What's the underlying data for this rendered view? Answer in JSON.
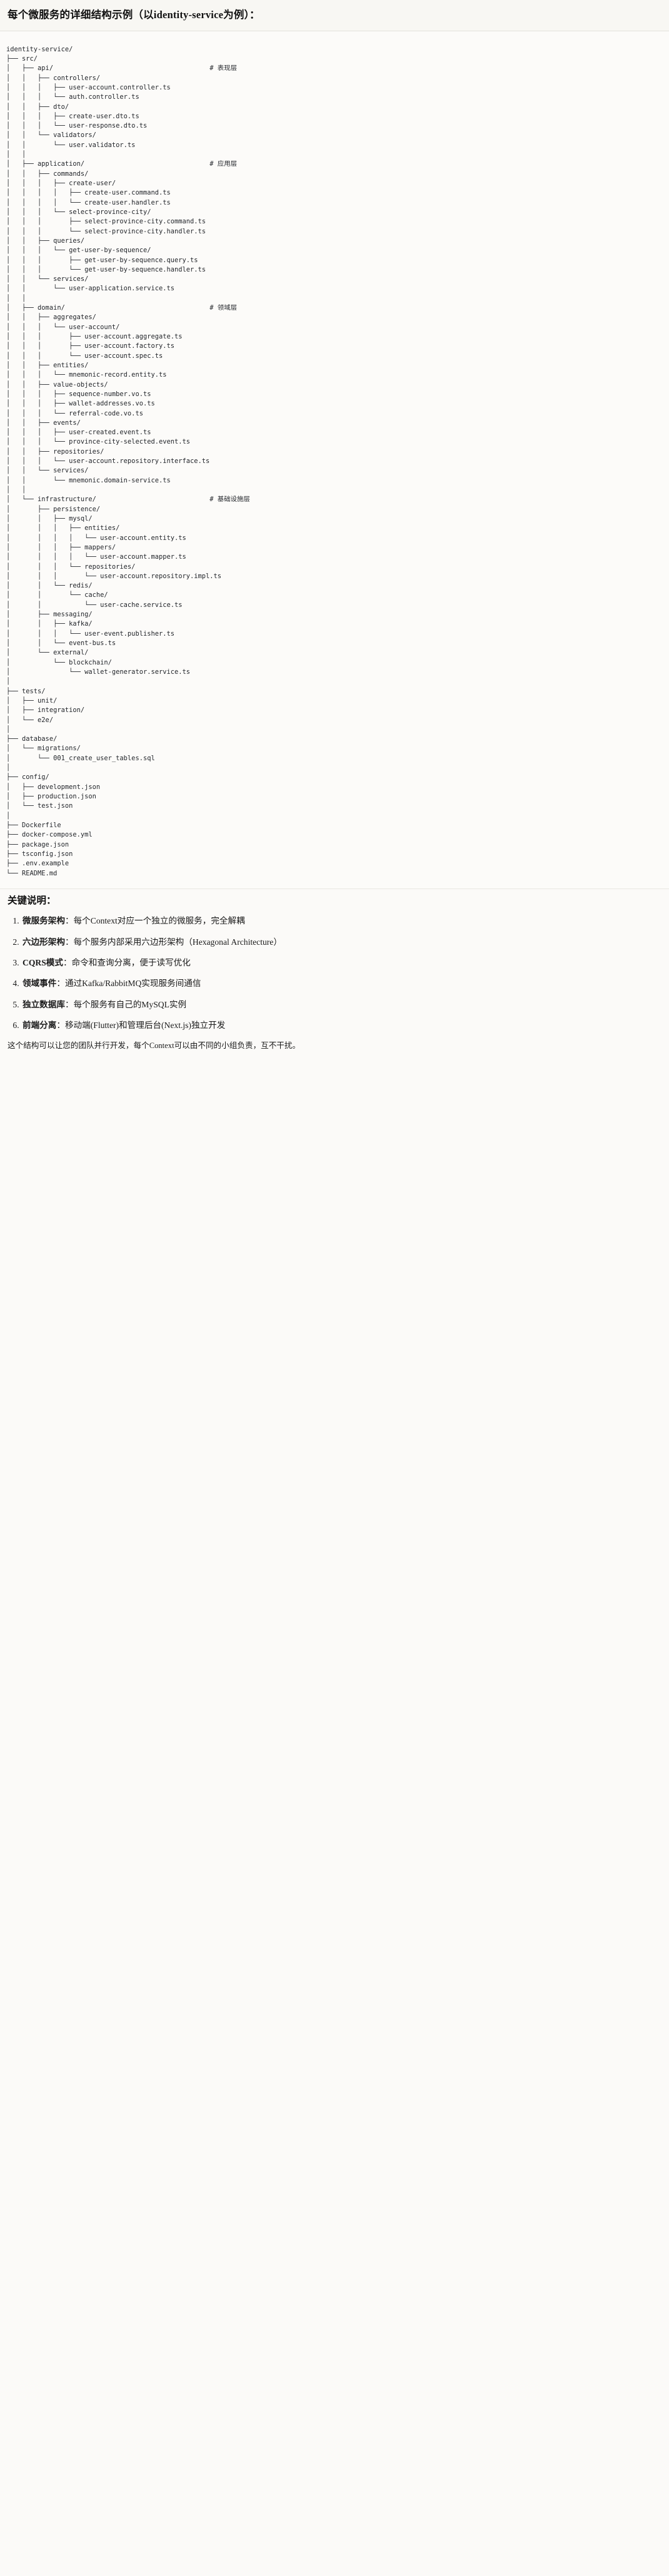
{
  "header": {
    "title": "每个微服务的详细结构示例（以identity-service为例）："
  },
  "tree": {
    "root": "identity-service/",
    "comment_column": 52,
    "lines": [
      {
        "text": "identity-service/",
        "comment": ""
      },
      {
        "text": "├── src/",
        "comment": ""
      },
      {
        "text": "│   ├── api/",
        "comment": "# 表现层"
      },
      {
        "text": "│   │   ├── controllers/",
        "comment": ""
      },
      {
        "text": "│   │   │   ├── user-account.controller.ts",
        "comment": ""
      },
      {
        "text": "│   │   │   └── auth.controller.ts",
        "comment": ""
      },
      {
        "text": "│   │   ├── dto/",
        "comment": ""
      },
      {
        "text": "│   │   │   ├── create-user.dto.ts",
        "comment": ""
      },
      {
        "text": "│   │   │   └── user-response.dto.ts",
        "comment": ""
      },
      {
        "text": "│   │   └── validators/",
        "comment": ""
      },
      {
        "text": "│   │       └── user.validator.ts",
        "comment": ""
      },
      {
        "text": "│   │",
        "comment": ""
      },
      {
        "text": "│   ├── application/",
        "comment": "# 应用层"
      },
      {
        "text": "│   │   ├── commands/",
        "comment": ""
      },
      {
        "text": "│   │   │   ├── create-user/",
        "comment": ""
      },
      {
        "text": "│   │   │   │   ├── create-user.command.ts",
        "comment": ""
      },
      {
        "text": "│   │   │   │   └── create-user.handler.ts",
        "comment": ""
      },
      {
        "text": "│   │   │   └── select-province-city/",
        "comment": ""
      },
      {
        "text": "│   │   │       ├── select-province-city.command.ts",
        "comment": ""
      },
      {
        "text": "│   │   │       └── select-province-city.handler.ts",
        "comment": ""
      },
      {
        "text": "│   │   ├── queries/",
        "comment": ""
      },
      {
        "text": "│   │   │   └── get-user-by-sequence/",
        "comment": ""
      },
      {
        "text": "│   │   │       ├── get-user-by-sequence.query.ts",
        "comment": ""
      },
      {
        "text": "│   │   │       └── get-user-by-sequence.handler.ts",
        "comment": ""
      },
      {
        "text": "│   │   └── services/",
        "comment": ""
      },
      {
        "text": "│   │       └── user-application.service.ts",
        "comment": ""
      },
      {
        "text": "│   │",
        "comment": ""
      },
      {
        "text": "│   ├── domain/",
        "comment": "# 领域层"
      },
      {
        "text": "│   │   ├── aggregates/",
        "comment": ""
      },
      {
        "text": "│   │   │   └── user-account/",
        "comment": ""
      },
      {
        "text": "│   │   │       ├── user-account.aggregate.ts",
        "comment": ""
      },
      {
        "text": "│   │   │       ├── user-account.factory.ts",
        "comment": ""
      },
      {
        "text": "│   │   │       └── user-account.spec.ts",
        "comment": ""
      },
      {
        "text": "│   │   ├── entities/",
        "comment": ""
      },
      {
        "text": "│   │   │   └── mnemonic-record.entity.ts",
        "comment": ""
      },
      {
        "text": "│   │   ├── value-objects/",
        "comment": ""
      },
      {
        "text": "│   │   │   ├── sequence-number.vo.ts",
        "comment": ""
      },
      {
        "text": "│   │   │   ├── wallet-addresses.vo.ts",
        "comment": ""
      },
      {
        "text": "│   │   │   └── referral-code.vo.ts",
        "comment": ""
      },
      {
        "text": "│   │   ├── events/",
        "comment": ""
      },
      {
        "text": "│   │   │   ├── user-created.event.ts",
        "comment": ""
      },
      {
        "text": "│   │   │   └── province-city-selected.event.ts",
        "comment": ""
      },
      {
        "text": "│   │   ├── repositories/",
        "comment": ""
      },
      {
        "text": "│   │   │   └── user-account.repository.interface.ts",
        "comment": ""
      },
      {
        "text": "│   │   └── services/",
        "comment": ""
      },
      {
        "text": "│   │       └── mnemonic.domain-service.ts",
        "comment": ""
      },
      {
        "text": "│   │",
        "comment": ""
      },
      {
        "text": "│   └── infrastructure/",
        "comment": "# 基础设施层"
      },
      {
        "text": "│       ├── persistence/",
        "comment": ""
      },
      {
        "text": "│       │   ├── mysql/",
        "comment": ""
      },
      {
        "text": "│       │   │   ├── entities/",
        "comment": ""
      },
      {
        "text": "│       │   │   │   └── user-account.entity.ts",
        "comment": ""
      },
      {
        "text": "│       │   │   ├── mappers/",
        "comment": ""
      },
      {
        "text": "│       │   │   │   └── user-account.mapper.ts",
        "comment": ""
      },
      {
        "text": "│       │   │   └── repositories/",
        "comment": ""
      },
      {
        "text": "│       │   │       └── user-account.repository.impl.ts",
        "comment": ""
      },
      {
        "text": "│       │   └── redis/",
        "comment": ""
      },
      {
        "text": "│       │       └── cache/",
        "comment": ""
      },
      {
        "text": "│       │           └── user-cache.service.ts",
        "comment": ""
      },
      {
        "text": "│       ├── messaging/",
        "comment": ""
      },
      {
        "text": "│       │   ├── kafka/",
        "comment": ""
      },
      {
        "text": "│       │   │   └── user-event.publisher.ts",
        "comment": ""
      },
      {
        "text": "│       │   └── event-bus.ts",
        "comment": ""
      },
      {
        "text": "│       └── external/",
        "comment": ""
      },
      {
        "text": "│           └── blockchain/",
        "comment": ""
      },
      {
        "text": "│               └── wallet-generator.service.ts",
        "comment": ""
      },
      {
        "text": "│",
        "comment": ""
      },
      {
        "text": "├── tests/",
        "comment": ""
      },
      {
        "text": "│   ├── unit/",
        "comment": ""
      },
      {
        "text": "│   ├── integration/",
        "comment": ""
      },
      {
        "text": "│   └── e2e/",
        "comment": ""
      },
      {
        "text": "│",
        "comment": ""
      },
      {
        "text": "├── database/",
        "comment": ""
      },
      {
        "text": "│   └── migrations/",
        "comment": ""
      },
      {
        "text": "│       └── 001_create_user_tables.sql",
        "comment": ""
      },
      {
        "text": "│",
        "comment": ""
      },
      {
        "text": "├── config/",
        "comment": ""
      },
      {
        "text": "│   ├── development.json",
        "comment": ""
      },
      {
        "text": "│   ├── production.json",
        "comment": ""
      },
      {
        "text": "│   └── test.json",
        "comment": ""
      },
      {
        "text": "│",
        "comment": ""
      },
      {
        "text": "├── Dockerfile",
        "comment": ""
      },
      {
        "text": "├── docker-compose.yml",
        "comment": ""
      },
      {
        "text": "├── package.json",
        "comment": ""
      },
      {
        "text": "├── tsconfig.json",
        "comment": ""
      },
      {
        "text": "├── .env.example",
        "comment": ""
      },
      {
        "text": "└── README.md",
        "comment": ""
      }
    ]
  },
  "notes": {
    "title": "关键说明：",
    "items": [
      {
        "key": "微服务架构",
        "sep": "：",
        "value": "每个Context对应一个独立的微服务，完全解耦"
      },
      {
        "key": "六边形架构",
        "sep": "：",
        "value": "每个服务内部采用六边形架构（Hexagonal Architecture）"
      },
      {
        "key": "CQRS模式",
        "sep": "：",
        "value": "命令和查询分离，便于读写优化"
      },
      {
        "key": "领域事件",
        "sep": "：",
        "value": "通过Kafka/RabbitMQ实现服务间通信"
      },
      {
        "key": "独立数据库",
        "sep": "：",
        "value": "每个服务有自己的MySQL实例"
      },
      {
        "key": "前端分离",
        "sep": "：",
        "value": "移动端(Flutter)和管理后台(Next.js)独立开发"
      }
    ],
    "closing": "这个结构可以让您的团队并行开发，每个Context可以由不同的小组负责，互不干扰。"
  },
  "colors": {
    "page_background": "#fbfaf8",
    "header_background": "#f8f7f3",
    "text": "#1c1c1c",
    "code_text": "#23262b",
    "rule": "#e4e2dc"
  }
}
